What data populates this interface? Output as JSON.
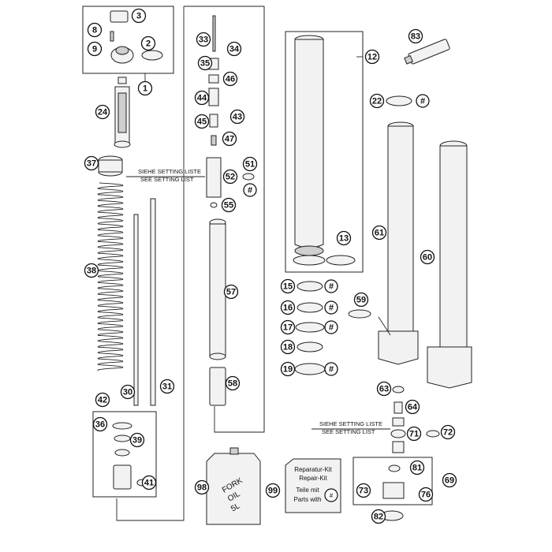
{
  "setting_note": {
    "de": "SIEHE SETTING LISTE",
    "en": "SEE SETTING LIST"
  },
  "oil_can": {
    "line1": "FORK",
    "line2": "OIL",
    "line3": "5L"
  },
  "repair_kit": {
    "line1": "Reparatur-Kit",
    "line2": "Repair-Kit",
    "line3": "Teile mit",
    "line4": "Parts with",
    "symbol": "#"
  },
  "callouts": [
    "1",
    "2",
    "3",
    "8",
    "9",
    "24",
    "37",
    "38",
    "30",
    "31",
    "42",
    "36",
    "39",
    "41",
    "33",
    "34",
    "35",
    "46",
    "44",
    "45",
    "43",
    "47",
    "51",
    "52",
    "55",
    "57",
    "58",
    "12",
    "13",
    "15",
    "16",
    "17",
    "18",
    "19",
    "22",
    "59",
    "61",
    "60",
    "63",
    "64",
    "71",
    "72",
    "69",
    "81",
    "73",
    "76",
    "82",
    "83",
    "98",
    "99"
  ],
  "hash_symbol": "#"
}
